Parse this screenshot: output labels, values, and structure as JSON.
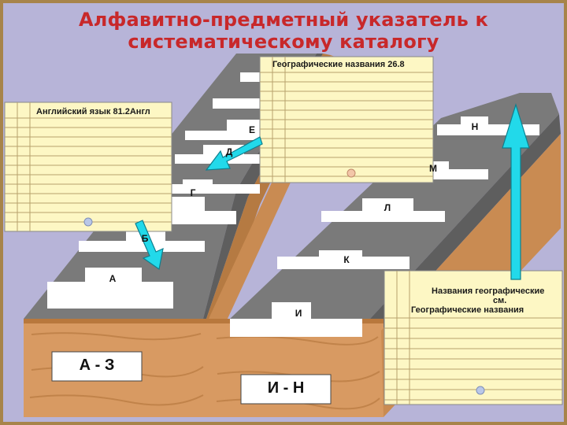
{
  "title": {
    "line1": "Алфавитно-предметный указатель к",
    "line2": "систематическому каталогу"
  },
  "drawer_left": {
    "range_label": "А - З",
    "tabs": [
      "А",
      "Б",
      "Г",
      "Д",
      "Е"
    ]
  },
  "drawer_right": {
    "range_label": "И - Н",
    "tabs": [
      "И",
      "К",
      "Л",
      "М",
      "Н"
    ]
  },
  "cards": {
    "english": "Английский язык  81.2Англ",
    "geo_top": "Географические названия  26.8",
    "geo_ref_line1": "Названия географические",
    "geo_ref_line2": "см.",
    "geo_ref_line3": "Географические названия"
  },
  "colors": {
    "background": "#b7b4d8",
    "frame": "#a7844a",
    "title": "#c8282a",
    "card": "#fdf7c4",
    "card_line": "#b8a26c",
    "arrow": "#22d9ea",
    "wood": "#d89a62"
  }
}
